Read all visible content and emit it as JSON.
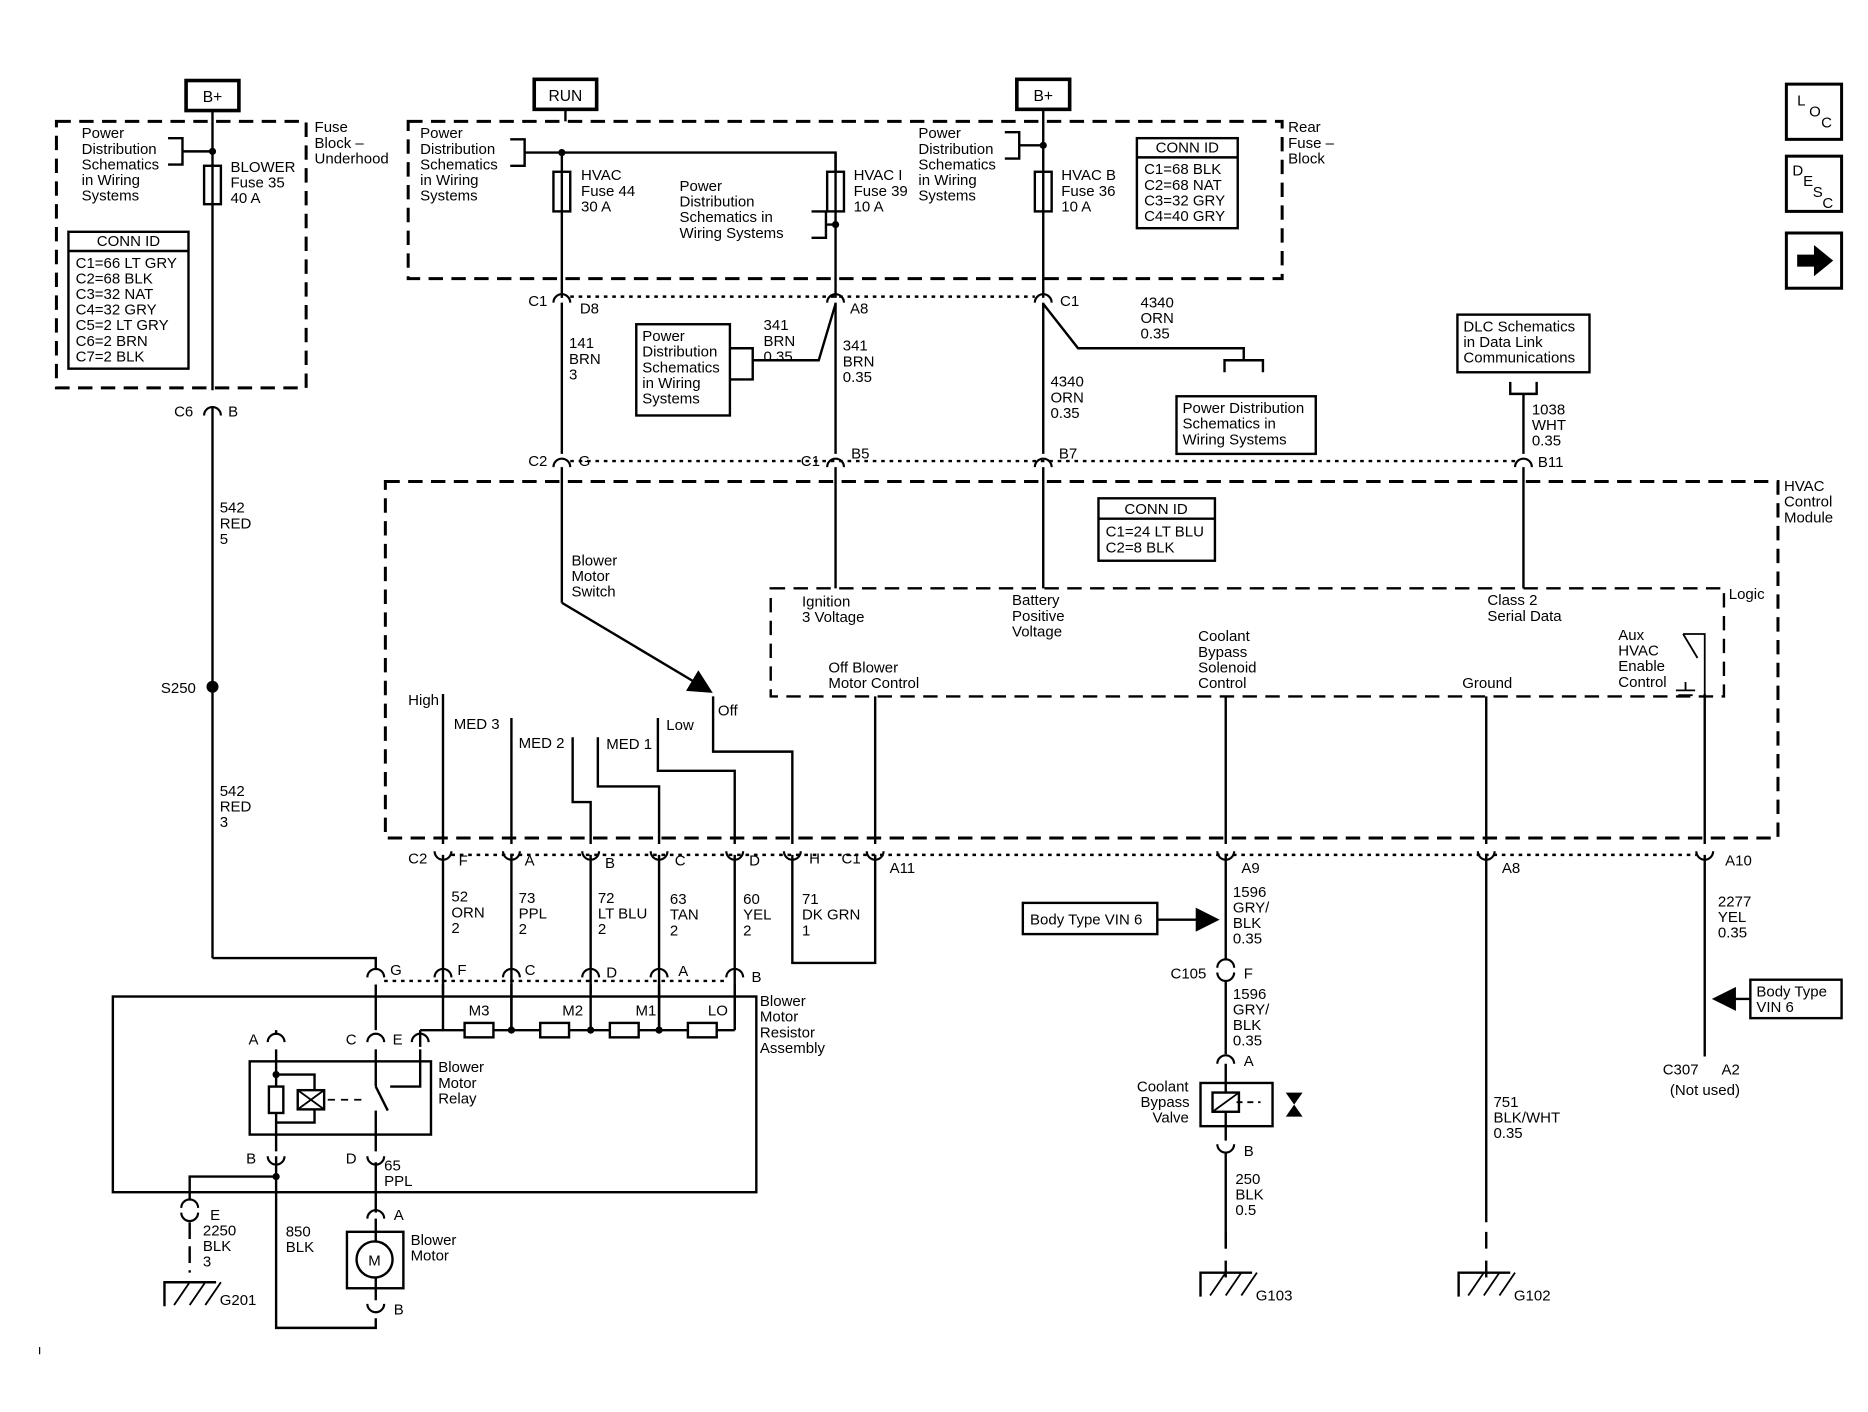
{
  "power_labels": {
    "b_plus_left": "B+",
    "run": "RUN",
    "b_plus_right": "B+"
  },
  "fuse_block_underhood": {
    "title": [
      "Fuse",
      "Block –",
      "Underhood"
    ],
    "power_dist_ref": [
      "Power",
      "Distribution",
      "Schematics",
      "in Wiring",
      "Systems"
    ],
    "fuse_label": [
      "BLOWER",
      "Fuse 35",
      "40 A"
    ],
    "conn_id": {
      "header": "CONN ID",
      "rows": [
        "C1=66 LT GRY",
        "C2=68 BLK",
        "C3=32 NAT",
        "C4=32 GRY",
        "C5=2 LT GRY",
        "C6=2 BRN",
        "C7=2 BLK"
      ]
    }
  },
  "rear_fuse_block": {
    "title": [
      "Rear",
      "Fuse –",
      "Block"
    ],
    "pd_ref_left": [
      "Power",
      "Distribution",
      "Schematics",
      "in Wiring",
      "Systems"
    ],
    "pd_ref_mid": [
      "Power",
      "Distribution",
      "Schematics in",
      "Wiring Systems"
    ],
    "pd_ref_right": [
      "Power",
      "Distribution",
      "Schematics",
      "in Wiring",
      "Systems"
    ],
    "fuse_hvac": [
      "HVAC",
      "Fuse 44",
      "30 A"
    ],
    "fuse_hvac_i": [
      "HVAC I",
      "Fuse 39",
      "10 A"
    ],
    "fuse_hvac_b": [
      "HVAC B",
      "Fuse 36",
      "10 A"
    ],
    "conn_id": {
      "header": "CONN ID",
      "rows": [
        "C1=68 BLK",
        "C2=68 NAT",
        "C3=32 GRY",
        "C4=40 GRY"
      ]
    }
  },
  "rear_connectors": {
    "c1_d8": [
      "C1",
      "D8"
    ],
    "a8": "A8",
    "c1_right": "C1"
  },
  "wires_top": {
    "w141": [
      "141",
      "BRN",
      "3"
    ],
    "w341_left": [
      "341",
      "BRN",
      "0.35"
    ],
    "w341": [
      "341",
      "BRN",
      "0.35"
    ],
    "w4340_branch": [
      "4340",
      "ORN",
      "0.35"
    ],
    "w4340": [
      "4340",
      "ORN",
      "0.35"
    ],
    "w1038": [
      "1038",
      "WHT",
      "0.35"
    ],
    "w542_top": [
      "542",
      "RED",
      "5"
    ],
    "w542_bottom": [
      "542",
      "RED",
      "3"
    ]
  },
  "refs": {
    "pd_small": [
      "Power",
      "Distribution",
      "Schematics",
      "in Wiring",
      "Systems"
    ],
    "pd_right": [
      "Power Distribution",
      "Schematics in",
      "Wiring Systems"
    ],
    "dlc": [
      "DLC Schematics",
      "in Data Link",
      "Communications"
    ],
    "body_type_left": "Body Type VIN 6",
    "body_type_right": [
      "Body Type",
      "VIN 6"
    ]
  },
  "hvac_module": {
    "title": [
      "HVAC",
      "Control",
      "Module"
    ],
    "logic": "Logic",
    "conn_id": {
      "header": "CONN ID",
      "rows": [
        "C1=24 LT BLU",
        "C2=8 BLK"
      ]
    },
    "top_pins": {
      "c2_g": [
        "C2",
        "G"
      ],
      "c1_b5": [
        "C1",
        "B5"
      ],
      "b7": "B7",
      "b11": "B11"
    },
    "inputs": {
      "ignition": [
        "Ignition",
        "3 Voltage"
      ],
      "battery": [
        "Battery",
        "Positive",
        "Voltage"
      ],
      "class2": [
        "Class 2",
        "Serial Data"
      ],
      "off_blower": [
        "Off Blower",
        "Motor Control"
      ],
      "coolant": [
        "Coolant",
        "Bypass",
        "Solenoid",
        "Control"
      ],
      "ground": "Ground",
      "aux": [
        "Aux",
        "HVAC",
        "Enable",
        "Control"
      ]
    },
    "switch": {
      "title": [
        "Blower",
        "Motor",
        "Switch"
      ],
      "positions": {
        "high": "High",
        "med3": "MED 3",
        "med2": "MED 2",
        "med1": "MED 1",
        "low": "Low",
        "off": "Off"
      }
    },
    "bottom_pins": {
      "c2": "C2",
      "f": "F",
      "a": "A",
      "b": "B",
      "c": "C",
      "d": "D",
      "h": "H",
      "c1": "C1",
      "a11": "A11",
      "a9": "A9",
      "a8": "A8",
      "a10": "A10"
    }
  },
  "wires_bottom": {
    "w52": [
      "52",
      "ORN",
      "2"
    ],
    "w73": [
      "73",
      "PPL",
      "2"
    ],
    "w72": [
      "72",
      "LT BLU",
      "2"
    ],
    "w63": [
      "63",
      "TAN",
      "2"
    ],
    "w60": [
      "60",
      "YEL",
      "2"
    ],
    "w71": [
      "71",
      "DK GRN",
      "1"
    ],
    "w1596_a": [
      "1596",
      "GRY/",
      "BLK",
      "0.35"
    ],
    "w1596_b": [
      "1596",
      "GRY/",
      "BLK",
      "0.35"
    ],
    "w2277": [
      "2277",
      "YEL",
      "0.35"
    ],
    "w751": [
      "751",
      "BLK/WHT",
      "0.35"
    ],
    "w250": [
      "250",
      "BLK",
      "0.5"
    ],
    "w2250": [
      "2250",
      "BLK",
      "3"
    ],
    "w850": [
      "850",
      "BLK"
    ],
    "w65": [
      "65",
      "PPL"
    ]
  },
  "splices": {
    "c6_b": [
      "C6",
      "B"
    ],
    "s250": "S250",
    "c105": "C105",
    "c105_f": "F",
    "c307": "C307",
    "a2": "A2",
    "not_used": "(Not used)"
  },
  "resistor_assembly": {
    "title": [
      "Blower",
      "Motor",
      "Resistor",
      "Assembly"
    ],
    "top_pins": [
      "G",
      "F",
      "C",
      "D",
      "A",
      "B"
    ],
    "resistors": [
      "M3",
      "M2",
      "M1",
      "LO"
    ],
    "relay_title": [
      "Blower",
      "Motor",
      "Relay"
    ],
    "relay_pins": [
      "A",
      "C",
      "E",
      "B",
      "D"
    ]
  },
  "blower_motor": {
    "title": [
      "Blower",
      "Motor"
    ],
    "symbol": "M",
    "pin_a": "A",
    "pin_b": "B"
  },
  "coolant_valve": {
    "title": [
      "Coolant",
      "Bypass",
      "Valve"
    ],
    "pin_a": "A",
    "pin_b": "B"
  },
  "grounds": {
    "e_pin": "E",
    "g201": "G201",
    "g103": "G103",
    "g102": "G102"
  },
  "side_icons": {
    "loc": [
      "L",
      "O",
      "C"
    ],
    "desc": [
      "D",
      "E",
      "S",
      "C"
    ],
    "arrow": "right-arrow"
  }
}
